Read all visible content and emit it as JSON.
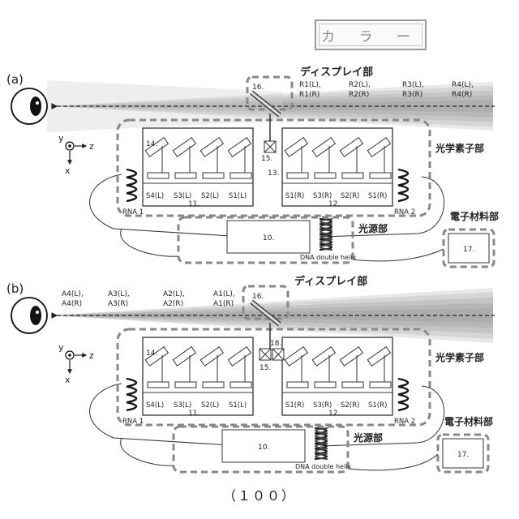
{
  "stamp": {
    "text": "カ ラ ー"
  },
  "footer": "（１００）",
  "panels": [
    {
      "id": "a",
      "panel_label": "(a)",
      "display_title": "ディスプレイ部",
      "optical_title": "光学素子部",
      "light_source_title": "光源部",
      "electronic_title": "電子材料部",
      "rays": [
        {
          "line1": "R1(L),",
          "line2": "R1(R)"
        },
        {
          "line1": "R2(L),",
          "line2": "R2(R)"
        },
        {
          "line1": "R3(L),",
          "line2": "R3(R)"
        },
        {
          "line1": "R4(L),",
          "line2": "R4(R)"
        }
      ],
      "left_slots": [
        "S4(L)",
        "S3(L)",
        "S2(L)",
        "S1(L)"
      ],
      "right_slots": [
        "S1(R)",
        "S3(R)",
        "S2(R)",
        "S1(R)"
      ],
      "refs": {
        "r16": "16.",
        "r14": "14.",
        "r15": "15.",
        "r13": "13.",
        "r11": "11.",
        "r12": "12.",
        "r10": "10.",
        "r17": "17."
      },
      "rna_left": "RNA 1",
      "rna_right": "RNA 2",
      "dna": "DNA double helix",
      "axes": {
        "y": "y",
        "z": "z",
        "x": "x"
      }
    },
    {
      "id": "b",
      "panel_label": "(b)",
      "display_title": "ディスプレイ部",
      "optical_title": "光学素子部",
      "light_source_title": "光源部",
      "electronic_title": "電子材料部",
      "rays": [
        {
          "line1": "A4(L),",
          "line2": "A4(R)"
        },
        {
          "line1": "A3(L),",
          "line2": "A3(R)"
        },
        {
          "line1": "A2(L),",
          "line2": "A2(R)"
        },
        {
          "line1": "A1(L),",
          "line2": "A1(R)"
        }
      ],
      "left_slots": [
        "S4(L)",
        "S3(L)",
        "S2(L)",
        "S1(L)"
      ],
      "right_slots": [
        "S1(R)",
        "S3(R)",
        "S2(R)",
        "S1(R)"
      ],
      "refs": {
        "r16": "16.",
        "r14": "14.",
        "r15": "15.",
        "r18": "18.",
        "r11": "11.",
        "r12": "12.",
        "r10": "10.",
        "r17": "17."
      },
      "rna_left": "RNA 1",
      "rna_right": "RNA 2",
      "dna": "DNA double helix",
      "axes": {
        "y": "y",
        "z": "z",
        "x": "x"
      }
    }
  ]
}
